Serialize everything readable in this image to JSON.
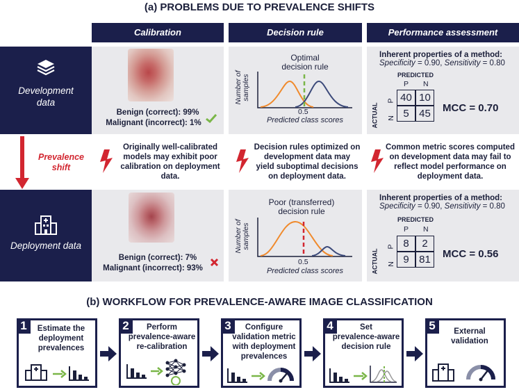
{
  "part_a": {
    "title": "(a) PROBLEMS DUE TO PREVALENCE SHIFTS",
    "columns": [
      "Calibration",
      "Decision rule",
      "Performance assessment"
    ],
    "rows": {
      "development": {
        "label_line1": "Development",
        "label_line2": "data"
      },
      "shift": {
        "label_line1": "Prevalence",
        "label_line2": "shift"
      },
      "deployment": {
        "label": "Deployment data"
      }
    },
    "calibration": {
      "dev_benign": "Benign (correct): 99%",
      "dev_malignant": "Malignant (incorrect): 1%",
      "dep_benign": "Benign (correct): 7%",
      "dep_malignant": "Malignant (incorrect): 93%"
    },
    "decision_rule": {
      "dev_title_line1": "Optimal",
      "dev_title_line2": "decision rule",
      "dep_title_line1": "Poor (transferred)",
      "dep_title_line2": "decision rule",
      "ylabel_line1": "Number of",
      "ylabel_line2": "samples",
      "xlabel": "Predicted class scores",
      "threshold": "0.5"
    },
    "performance": {
      "heading": "Inherent properties of a method:",
      "spec_label": "Specificity",
      "spec_value": " = 0.90, ",
      "sens_label": "Sensitivity",
      "sens_value": " = 0.80",
      "predicted": "PREDICTED",
      "actual": "ACTUAL",
      "p": "P",
      "n": "N",
      "dev_matrix": [
        "40",
        "10",
        "5",
        "45"
      ],
      "dev_mcc": "MCC = 0.70",
      "dep_matrix": [
        "8",
        "2",
        "9",
        "81"
      ],
      "dep_mcc": "MCC = 0.56"
    },
    "shift_text": {
      "calibration": [
        "Originally well-calibrated",
        "models may exhibit poor",
        "calibration on deployment",
        "data."
      ],
      "decision": [
        "Decision rules optimized on",
        "development data may",
        "yield suboptimal decisions",
        "on deployment data."
      ],
      "performance": [
        "Common metric scores computed",
        "on development data may fail to",
        "reflect model performance on",
        "deployment data."
      ]
    }
  },
  "part_b": {
    "title": "(b) WORKFLOW FOR PREVALENCE-AWARE IMAGE CLASSIFICATION",
    "steps": [
      {
        "num": "1",
        "lines": [
          "Estimate the",
          "deployment",
          "prevalences"
        ]
      },
      {
        "num": "2",
        "lines": [
          "Perform",
          "prevalence-aware",
          "re-calibration"
        ]
      },
      {
        "num": "3",
        "lines": [
          "Configure",
          "validation metric",
          "with deployment",
          "prevalences"
        ]
      },
      {
        "num": "4",
        "lines": [
          "Set",
          "prevalence-aware",
          "decision rule"
        ]
      },
      {
        "num": "5",
        "lines": [
          "External",
          "validation"
        ]
      }
    ]
  },
  "colors": {
    "navy": "#1b1f4b",
    "grey_panel": "#e9e9ec",
    "red": "#d22630",
    "orange": "#f08a2c",
    "blue_curve": "#3c4a7a",
    "green": "#7ab648"
  }
}
